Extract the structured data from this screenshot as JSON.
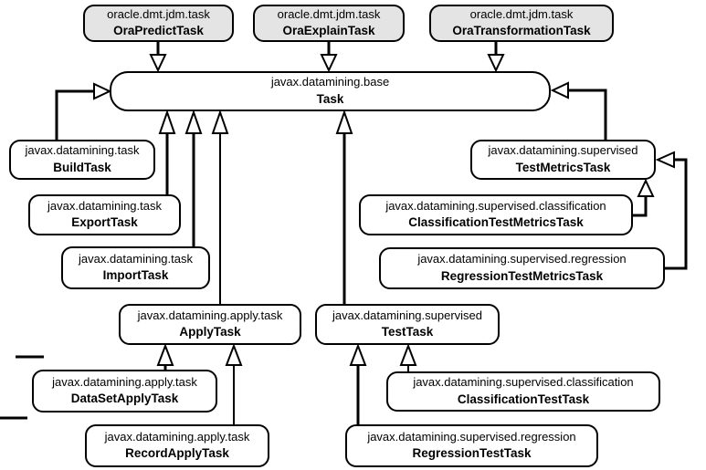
{
  "diagram_type": "class-inheritance-diagram",
  "colors": {
    "background": "#ffffff",
    "node_fill": "#ffffff",
    "oracle_node_fill": "#e4e4e4",
    "border": "#000000",
    "line": "#000000"
  },
  "nodes": {
    "ora_predict": {
      "package": "oracle.dmt.jdm.task",
      "name": "OraPredictTask"
    },
    "ora_explain": {
      "package": "oracle.dmt.jdm.task",
      "name": "OraExplainTask"
    },
    "ora_transformation": {
      "package": "oracle.dmt.jdm.task",
      "name": "OraTransformationTask"
    },
    "task": {
      "package": "javax.datamining.base",
      "name": "Task"
    },
    "build_task": {
      "package": "javax.datamining.task",
      "name": "BuildTask"
    },
    "export_task": {
      "package": "javax.datamining.task",
      "name": "ExportTask"
    },
    "import_task": {
      "package": "javax.datamining.task",
      "name": "ImportTask"
    },
    "apply_task": {
      "package": "javax.datamining.apply.task",
      "name": "ApplyTask"
    },
    "dataset_apply_task": {
      "package": "javax.datamining.apply.task",
      "name": "DataSetApplyTask"
    },
    "record_apply_task": {
      "package": "javax.datamining.apply.task",
      "name": "RecordApplyTask"
    },
    "test_metrics_task": {
      "package": "javax.datamining.supervised",
      "name": "TestMetricsTask"
    },
    "classification_test_metrics_task": {
      "package": "javax.datamining.supervised.classification",
      "name": "ClassificationTestMetricsTask"
    },
    "regression_test_metrics_task": {
      "package": "javax.datamining.supervised.regression",
      "name": "RegressionTestMetricsTask"
    },
    "test_task": {
      "package": "javax.datamining.supervised",
      "name": "TestTask"
    },
    "classification_test_task": {
      "package": "javax.datamining.supervised.classification",
      "name": "ClassificationTestTask"
    },
    "regression_test_task": {
      "package": "javax.datamining.supervised.regression",
      "name": "RegressionTestTask"
    }
  },
  "edges": [
    {
      "from": "OraPredictTask",
      "to": "Task",
      "type": "generalization"
    },
    {
      "from": "OraExplainTask",
      "to": "Task",
      "type": "generalization"
    },
    {
      "from": "OraTransformationTask",
      "to": "Task",
      "type": "generalization"
    },
    {
      "from": "BuildTask",
      "to": "Task",
      "type": "generalization"
    },
    {
      "from": "ExportTask",
      "to": "Task",
      "type": "generalization"
    },
    {
      "from": "ImportTask",
      "to": "Task",
      "type": "generalization"
    },
    {
      "from": "ApplyTask",
      "to": "Task",
      "type": "generalization"
    },
    {
      "from": "TestTask",
      "to": "Task",
      "type": "generalization"
    },
    {
      "from": "TestMetricsTask",
      "to": "Task",
      "type": "generalization"
    },
    {
      "from": "ClassificationTestMetricsTask",
      "to": "TestMetricsTask",
      "type": "generalization"
    },
    {
      "from": "RegressionTestMetricsTask",
      "to": "TestMetricsTask",
      "type": "generalization"
    },
    {
      "from": "DataSetApplyTask",
      "to": "ApplyTask",
      "type": "generalization"
    },
    {
      "from": "RecordApplyTask",
      "to": "ApplyTask",
      "type": "generalization"
    },
    {
      "from": "ClassificationTestTask",
      "to": "TestTask",
      "type": "generalization"
    },
    {
      "from": "RegressionTestTask",
      "to": "TestTask",
      "type": "generalization"
    }
  ]
}
